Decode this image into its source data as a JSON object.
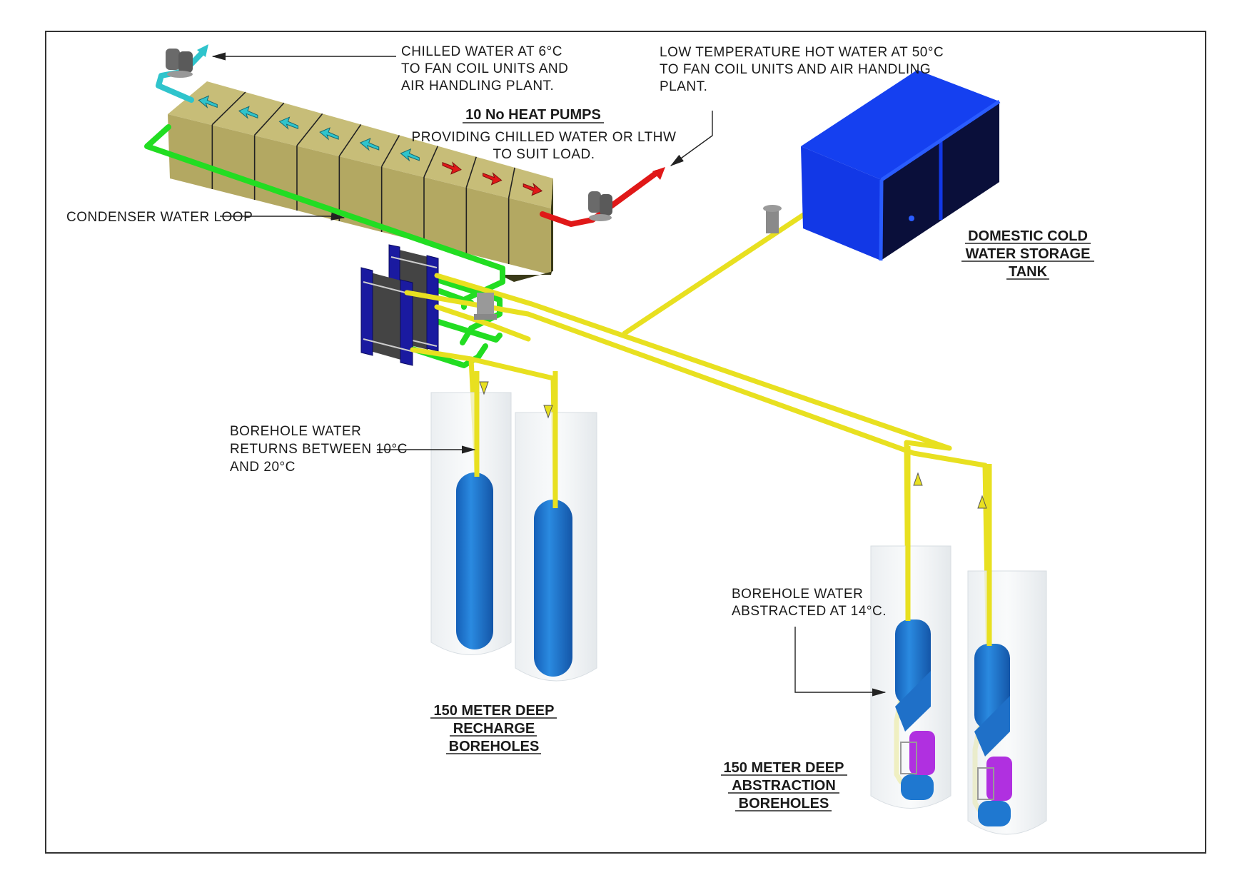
{
  "diagram": {
    "title_heat_pumps": "10 No HEAT PUMPS",
    "heat_pumps_desc": [
      "PROVIDING  CHILLED  WATER  OR  LTHW",
      "TO  SUIT  LOAD."
    ],
    "heat_pump_count": 9,
    "chilled_water_note": [
      "CHILLED  WATER  AT  6°C",
      "TO  FAN  COIL  UNITS  AND",
      "AIR  HANDLING  PLANT."
    ],
    "lthw_note": [
      "LOW  TEMPERATURE  HOT  WATER  AT  50°C",
      "TO  FAN  COIL  UNITS  AND  AIR  HANDLING",
      "PLANT."
    ],
    "condenser_note": "CONDENSER  WATER  LOOP",
    "tank_title": [
      "DOMESTIC COLD",
      "WATER STORAGE",
      "TANK"
    ],
    "recharge_note": [
      "BOREHOLE  WATER",
      "RETURNS  BETWEEN  10°C",
      "AND  20°C"
    ],
    "recharge_title": [
      "150 METER DEEP",
      "RECHARGE",
      "BOREHOLES"
    ],
    "abstraction_note": [
      "BOREHOLE  WATER",
      "ABSTRACTED  AT  14°C."
    ],
    "abstraction_title": [
      "150 METER DEEP",
      "ABSTRACTION",
      "BOREHOLES"
    ]
  },
  "colors": {
    "heat_pump_face": "#b3a862",
    "heat_pump_top": "#c7bd78",
    "heat_pump_side": "#4a4a20",
    "chilled_pipe": "#2fc4cc",
    "hot_pipe": "#e01818",
    "condenser_pipe": "#22dd22",
    "borehole_pipe": "#e8e020",
    "tank_blue": "#1238e6",
    "tank_dark": "#0a0f3a",
    "borehole_core": "#1f78d0",
    "pump_motor": "#b030e0",
    "exchanger_frame": "#1a1aa0"
  }
}
